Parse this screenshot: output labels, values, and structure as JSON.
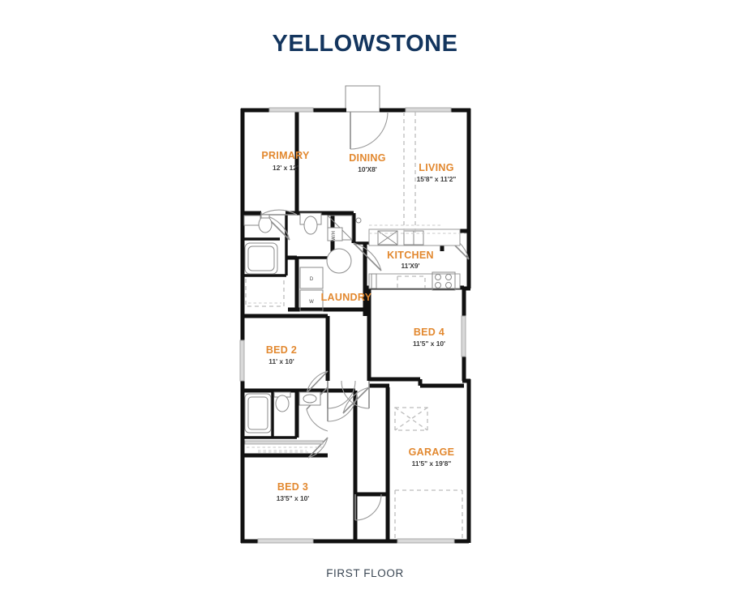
{
  "document": {
    "title": "YELLOWSTONE",
    "footer": "FIRST FLOOR",
    "title_color": "#13355e",
    "footer_color": "#3a4653",
    "room_label_color": "#e2882f",
    "dimension_color": "#3b3b3b",
    "wall_color": "#111111"
  },
  "rooms": [
    {
      "id": "primary",
      "name": "PRIMARY",
      "dimensions": "12' x 12'"
    },
    {
      "id": "dining",
      "name": "DINING",
      "dimensions": "10'X8'"
    },
    {
      "id": "living",
      "name": "LIVING",
      "dimensions": "15'8\" x 11'2\""
    },
    {
      "id": "kitchen",
      "name": "KITCHEN",
      "dimensions": "11'X9'"
    },
    {
      "id": "laundry",
      "name": "LAUNDRY",
      "dimensions": ""
    },
    {
      "id": "bed2",
      "name": "BED 2",
      "dimensions": "11' x 10'"
    },
    {
      "id": "bed4",
      "name": "BED 4",
      "dimensions": "11'5\" x 10'"
    },
    {
      "id": "bed3",
      "name": "BED 3",
      "dimensions": "13'5\" x 10'"
    },
    {
      "id": "garage",
      "name": "GARAGE",
      "dimensions": "11'5\" x 19'8\""
    }
  ],
  "appliances": [
    {
      "id": "dryer",
      "label": "D"
    },
    {
      "id": "washer",
      "label": "W"
    },
    {
      "id": "water-heater",
      "label": "W/H"
    }
  ]
}
